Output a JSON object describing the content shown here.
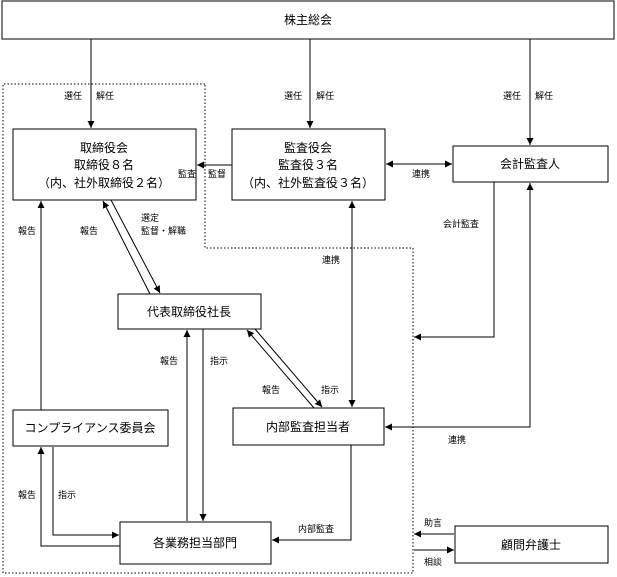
{
  "nodes": {
    "shareholders_meeting": "株主総会",
    "board": [
      "取締役会",
      "取締役８名",
      "（内、社外取締役２名）"
    ],
    "audit_board": [
      "監査役会",
      "監査役３名",
      "（内、社外監査役３名）"
    ],
    "accounting_auditor": "会計監査人",
    "representative_director": "代表取締役社長",
    "compliance_committee": "コンプライアンス委員会",
    "internal_audit": "内部監査担当者",
    "business_divisions": "各業務担当部門",
    "legal_advisor": "顧問弁護士"
  },
  "labels": {
    "elect1": "選任",
    "dismiss1": "解任",
    "elect2": "選任",
    "dismiss2": "解任",
    "elect3": "選任",
    "dismiss3": "解任",
    "audit_to_board": "監査",
    "supervise_to_board": "監督",
    "coop_audit_acct": "連携",
    "accounting_audit": "会計監査",
    "report_compliance_board": "報告",
    "report_rep_board": "報告",
    "select": "選定",
    "supervise_dismiss": "監督・解職",
    "coop_audit_internal": "連携",
    "report_div_rep": "報告",
    "instruct_rep_div": "指示",
    "report_internal_rep": "報告",
    "instruct_rep_internal": "指示",
    "coop_acct_internal": "連携",
    "report_div_compliance": "報告",
    "instruct_compliance_div": "指示",
    "internal_audit_label": "内部監査",
    "advice": "助言",
    "consult": "相談"
  }
}
